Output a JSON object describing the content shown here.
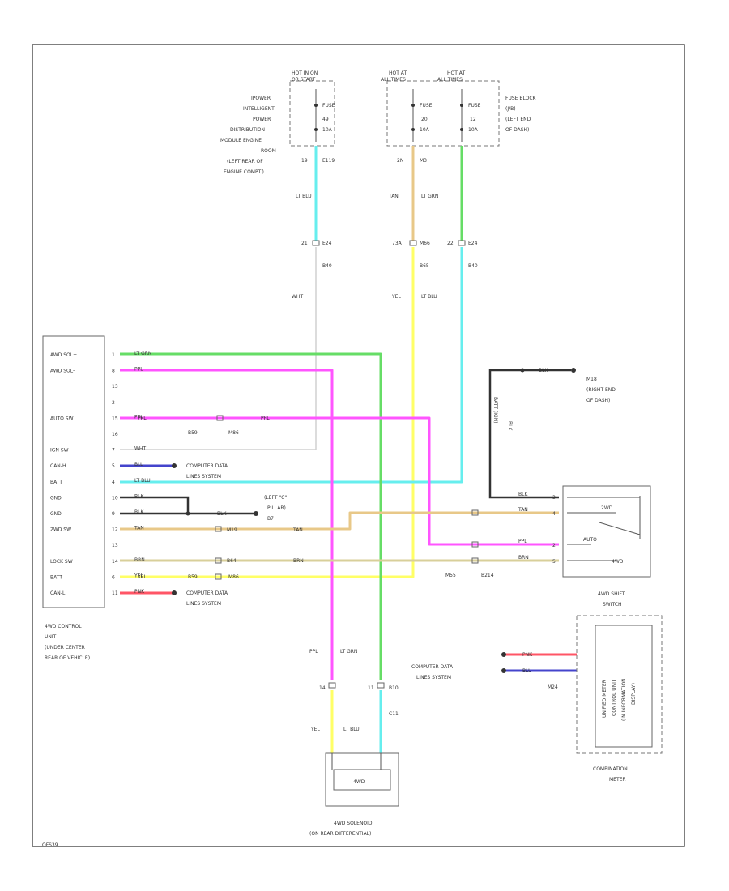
{
  "colors": {
    "lt_grn": "#66dd66",
    "ppl": "#ff55ff",
    "lt_blu": "#66eeee",
    "yel": "#ffff66",
    "tan": "#e8c888",
    "brn": "#d8cf9a",
    "wht": "#d0d0d0",
    "blu": "#4444cc",
    "pnk": "#ff5566",
    "blk": "#333333"
  },
  "top": {
    "ipdm": {
      "hot_label": "HOT IN ON",
      "hot_label2": "OR START",
      "fuse_label": "FUSE",
      "fuse_no": "49",
      "fuse_amp": "10A",
      "desc": [
        "IPOWER",
        "INTELLIGENT",
        "POWER",
        "DISTRIBUTION",
        "MODULE ENGINE",
        "ROOM",
        "(LEFT REAR OF",
        "ENGINE COMPT.)"
      ],
      "pin": "19",
      "conn": "E119",
      "wire": "LT BLU"
    },
    "fuse_block": {
      "hot_a": "HOT AT",
      "hot_a2": "ALL TIMES",
      "hot_b": "HOT AT",
      "hot_b2": "ALL TIMES",
      "fuse_a_label": "FUSE",
      "fuse_a_no": "20",
      "fuse_a_amp": "10A",
      "fuse_b_label": "FUSE",
      "fuse_b_no": "12",
      "fuse_b_amp": "10A",
      "desc": [
        "FUSE BLOCK",
        "(J/B)",
        "(LEFT END",
        "OF DASH)"
      ],
      "pin": "2N",
      "conn": "M3",
      "wire_a": "TAN",
      "wire_b": "LT GRN"
    }
  },
  "mid": {
    "j1": "21",
    "j1_conn": "E24",
    "j1_sub": "B40",
    "j2": "73A",
    "j2_conn": "M66",
    "j2_sub": "B65",
    "j3": "22",
    "j3_conn": "E24",
    "j3_sub": "B40",
    "wht": "WHT",
    "yel": "YEL",
    "lt_blu": "LT BLU"
  },
  "unit": {
    "pins": [
      "AWD SOL+",
      "AWD SOL-",
      "",
      "",
      "AUTO SW",
      "",
      "IGN SW",
      "CAN-H",
      "BATT",
      "GND",
      "GND",
      "2WD SW",
      "",
      "LOCK SW",
      "BATT",
      "CAN-L"
    ],
    "pin_nums": [
      "1",
      "8",
      "13",
      "2",
      "15",
      "16",
      "7",
      "5",
      "4",
      "10",
      "9",
      "12",
      "13",
      "14",
      "6",
      "11"
    ],
    "wire_labels": [
      "LT GRN",
      "PPL",
      "",
      "",
      "PPL",
      "",
      "WHT",
      "BLU",
      "LT BLU",
      "BLK",
      "BLK",
      "TAN",
      "",
      "BRN",
      "YEL",
      "PNK"
    ],
    "name": [
      "4WD CONTROL",
      "UNIT",
      "(UNDER CENTER",
      "REAR OF VEHICLE)"
    ],
    "can_h_label": [
      "COMPUTER DATA",
      "LINES SYSTEM"
    ],
    "can_l_label": [
      "COMPUTER DATA",
      "LINES SYSTEM"
    ],
    "ground_label": [
      "(LEFT \"C\"",
      "PILLAR)",
      "B7"
    ],
    "gnd_wire": "BLK",
    "auto_mid": "PPL",
    "auto_conn": "B59",
    "auto_conn2": "M86",
    "auto_right": "PPL",
    "twowd_mid": "TAN",
    "twowd_conn": "M19",
    "lock_mid": "BRN",
    "lock_conn": "B64",
    "batt_mid": "YEL",
    "batt_conn": "B59",
    "batt_conn2": "M86"
  },
  "ground_m": {
    "label": "M18",
    "desc": [
      "(RIGHT END",
      "OF DASH)"
    ],
    "wire": "BLK"
  },
  "switch": {
    "wire": "BLK",
    "pins": [
      "3",
      "4",
      "2",
      "5"
    ],
    "wires": [
      "BLK",
      "TAN",
      "PPL",
      "BRN"
    ],
    "labels": [
      "2WD",
      "AUTO",
      "4WD"
    ],
    "conn": "M55",
    "conn2": "B214",
    "name": [
      "4WD SHIFT",
      "SWITCH"
    ],
    "batt_label": "BATT (IGN)"
  },
  "meter": {
    "data_label": [
      "COMPUTER DATA",
      "LINES SYSTEM"
    ],
    "wires": [
      "PNK",
      "BLU"
    ],
    "conn": "M24",
    "inner": [
      "UNIFIED METER",
      "CONTROL UNIT",
      "(IN INFORMATION",
      "DISPLAY)"
    ],
    "name": [
      "COMBINATION",
      "METER"
    ]
  },
  "solenoid": {
    "left_wire": "PPL",
    "right_wire": "LT GRN",
    "left_pin": "14",
    "right_pin": "11",
    "conn": "B10",
    "conn2": "C11",
    "left_wire_lower": "YEL",
    "right_wire_lower": "LT BLU",
    "inner": "4WD",
    "name": [
      "4WD SOLENOID",
      "(ON REAR DIFFERENTIAL)"
    ]
  },
  "footer": "OFS39"
}
